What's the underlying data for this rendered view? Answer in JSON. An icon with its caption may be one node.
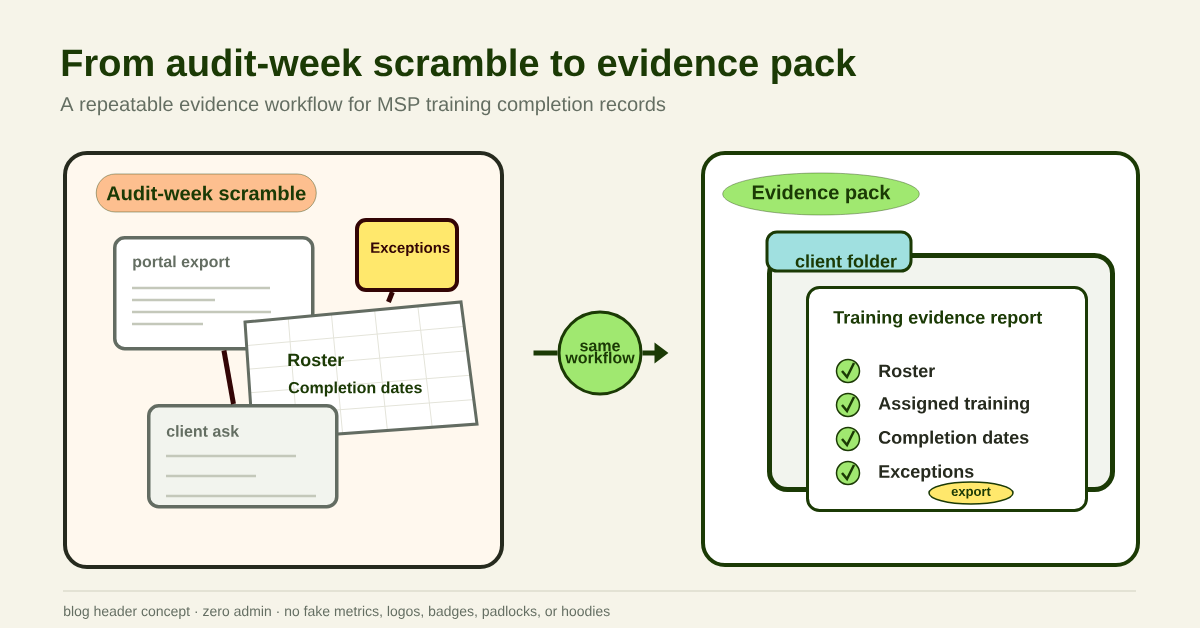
{
  "diagram": {
    "title": "From audit-week scramble to evidence pack",
    "nodes": [
      {
        "text": [
          "Audit-week scramble"
        ]
      },
      {
        "text": [
          "portal export"
        ],
        "in": 0
      },
      {
        "text": [
          "Exceptions"
        ],
        "in": 0
      },
      {
        "text": [
          "Roster",
          "Completion dates"
        ],
        "in": 0
      },
      {
        "text": [
          "client ask"
        ],
        "in": 0
      },
      {
        "text": [
          "same workflow"
        ]
      },
      {
        "text": [
          "Evidence pack"
        ]
      },
      {
        "text": [
          "client folder"
        ],
        "in": 6
      },
      {
        "text": [
          "Training evidence report",
          "Roster",
          "Assigned training",
          "Completion dates",
          "Exceptions"
        ],
        "in": 7
      },
      {
        "text": [
          "export"
        ],
        "in": 8
      }
    ],
    "edges": [
      {
        "from": 2,
        "to": 3,
        "arrow": "none",
        "color": "#330505"
      },
      {
        "from": 1,
        "to": 4,
        "arrow": "none",
        "color": "#330505"
      },
      {
        "from": null,
        "to": 5,
        "arrow": "none"
      },
      {
        "from": 5,
        "to": null,
        "arrow": "to"
      }
    ],
    "labels": [
      "A repeatable evidence workflow for MSP training completion records",
      "blog header concept · zero admin · no fake metrics, logos, badges, padlocks, or hoodies"
    ]
  }
}
